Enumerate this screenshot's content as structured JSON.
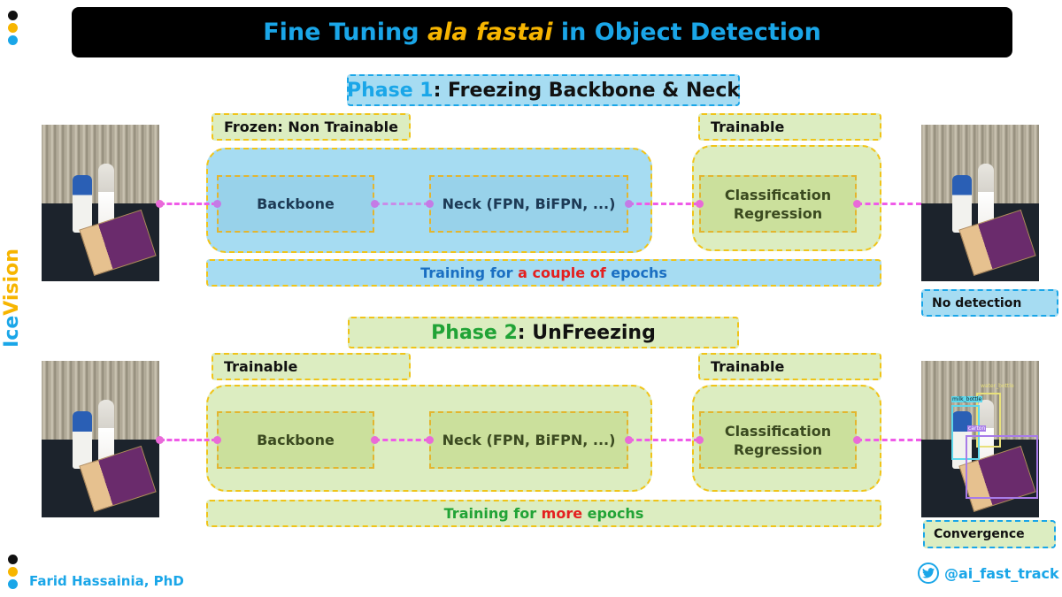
{
  "title": {
    "part1": "Fine Tuning ",
    "emphasis": "ala fastai",
    "part2": " in Object Detection"
  },
  "brand": {
    "ice": "Ice",
    "vision": "Vision"
  },
  "phase1": {
    "title_phase": "Phase 1",
    "title_rest": ": Freezing Backbone & Neck",
    "left_label": "Frozen: Non Trainable",
    "right_label": "Trainable",
    "backbone": "Backbone",
    "neck": "Neck (FPN, BiFPN, ...)",
    "head": [
      "Classification",
      "Regression"
    ],
    "banner": {
      "prefix": "Training for ",
      "highlight": "a couple of",
      "suffix": " epochs"
    },
    "result": "No detection"
  },
  "phase2": {
    "title_phase": "Phase 2",
    "title_rest": ": UnFreezing",
    "left_label": "Trainable",
    "right_label": "Trainable",
    "backbone": "Backbone",
    "neck": "Neck (FPN, BiFPN, ...)",
    "head": [
      "Classification",
      "Regression"
    ],
    "banner": {
      "prefix": "Training for ",
      "highlight": "more",
      "suffix": " epochs"
    },
    "result": "Convergence"
  },
  "detections": [
    "water_bottle",
    "milk_bottle",
    "carton"
  ],
  "footer": {
    "author": "Farid Hassainia, PhD",
    "twitter": "@ai_fast_track"
  },
  "icons": [
    "twitter-bird-icon"
  ],
  "colors": {
    "accent_blue": "#1aa6e8",
    "accent_yellow": "#f7b500",
    "accent_green": "#21a336",
    "accent_red": "#e41f1f",
    "connector": "#ef5be8"
  }
}
